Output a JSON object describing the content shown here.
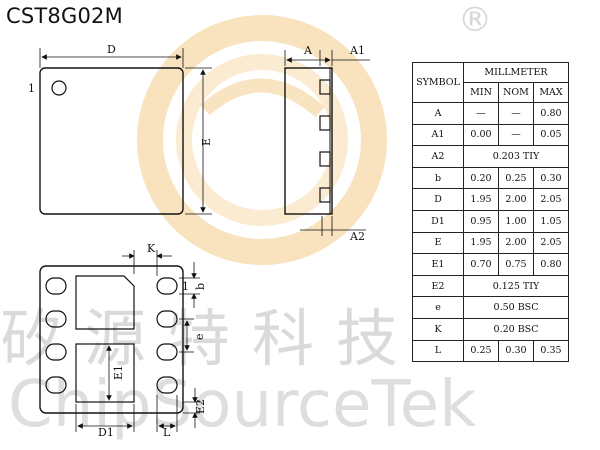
{
  "title": "CST8G02M",
  "registered_mark": "®",
  "watermark": {
    "chinese": "矽源特科技",
    "english": "ChipSourceTek",
    "logo_color": "#f2b766"
  },
  "labels": {
    "top_view_pin1": "1",
    "top_view_width": "D",
    "top_view_height": "E",
    "side_height": "A",
    "side_standoff": "A1",
    "side_thickness": "A2",
    "bottom_k": "K",
    "bottom_pin1": "1",
    "bottom_b": "b",
    "bottom_e": "e",
    "bottom_e1": "E1",
    "bottom_d1": "D1",
    "bottom_l": "L",
    "bottom_e2": "E2"
  },
  "table": {
    "symbol_header": "SYMBOL",
    "unit_header": "MILLMETER",
    "min_header": "MIN",
    "nom_header": "NOM",
    "max_header": "MAX",
    "rows": [
      {
        "symbol": "A",
        "min": "—",
        "nom": "—",
        "max": "0.80"
      },
      {
        "symbol": "A1",
        "min": "0.00",
        "nom": "—",
        "max": "0.05"
      },
      {
        "symbol": "A2",
        "span": "0.203 TIY"
      },
      {
        "symbol": "b",
        "min": "0.20",
        "nom": "0.25",
        "max": "0.30"
      },
      {
        "symbol": "D",
        "min": "1.95",
        "nom": "2.00",
        "max": "2.05"
      },
      {
        "symbol": "D1",
        "min": "0.95",
        "nom": "1.00",
        "max": "1.05"
      },
      {
        "symbol": "E",
        "min": "1.95",
        "nom": "2.00",
        "max": "2.05"
      },
      {
        "symbol": "E1",
        "min": "0.70",
        "nom": "0.75",
        "max": "0.80"
      },
      {
        "symbol": "E2",
        "span": "0.125 TIY"
      },
      {
        "symbol": "e",
        "span": "0.50 BSC"
      },
      {
        "symbol": "K",
        "span": "0.20 BSC"
      },
      {
        "symbol": "L",
        "min": "0.25",
        "nom": "0.30",
        "max": "0.35"
      }
    ]
  }
}
